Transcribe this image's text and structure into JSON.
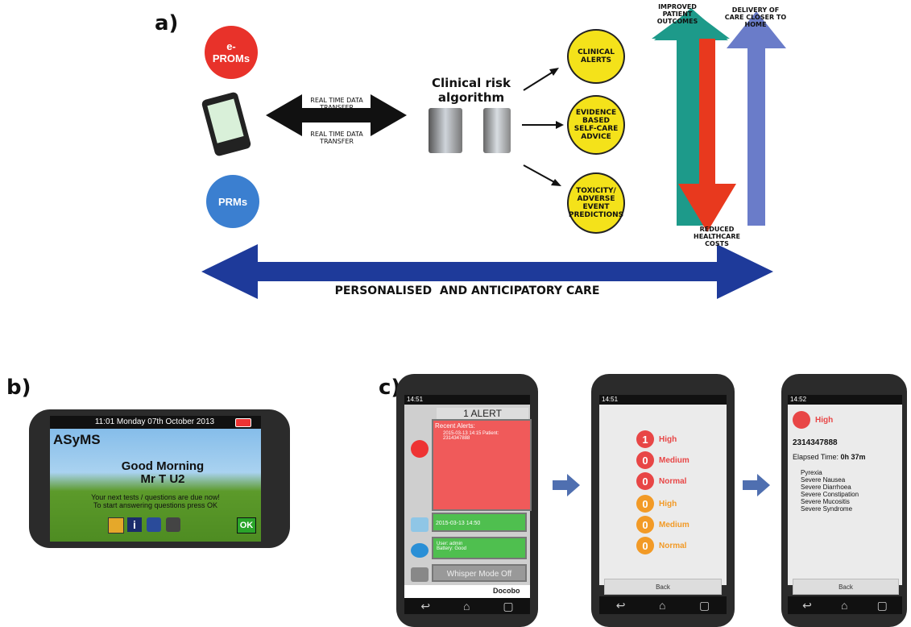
{
  "panel_labels": {
    "a": "a)",
    "b": "b)",
    "c": "c)"
  },
  "diagram_a": {
    "inputs": {
      "eproms": "e-\nPROMs",
      "prms": "PRMs"
    },
    "transfer_top": "REAL TIME DATA\nTRANSFER",
    "transfer_bottom": "REAL TIME DATA\nTRANSFER",
    "algorithm": "Clinical risk\nalgorithm",
    "outputs": [
      "CLINICAL\nALERTS",
      "EVIDENCE\nBASED\nSELF-CARE\nADVICE",
      "TOXICITY/\nADVERSE\nEVENT\nPREDICTIONS"
    ],
    "improved": "IMPROVED\nPATIENT\nOUTCOMES",
    "delivery": "DELIVERY OF\nCARE CLOSER TO\nHOME",
    "reduced": "REDUCED\nHEALTHCARE\nCOSTS",
    "bottom_banner": "PERSONALISED  AND ANTICIPATORY CARE",
    "colors": {
      "red": "#e8322a",
      "blue": "#3b7fd0",
      "teal": "#1d9a8a",
      "arrow_red": "#e8391e",
      "arrow_purple": "#6a7cc9",
      "navy": "#1e3a9a",
      "yellow": "#f4e21a"
    }
  },
  "phone_b": {
    "status": "11:01 Monday 07th October 2013",
    "app_name": "ASyMS",
    "greeting": "Good Morning",
    "user": "Mr T U2",
    "msg1": "Your next tests / questions are due now!",
    "msg2": "To start answering questions press OK",
    "ok": "OK"
  },
  "phone_c1": {
    "time": "14:51",
    "alert_title": "1 ALERT",
    "recent": "Recent Alerts:",
    "recent_item": "2015-03-13 14:15 Patient:\n2314347888",
    "wifi_time": "2015-03-13 14:50",
    "user": "User: admin",
    "battery": "Battery: Good",
    "whisper": "Whisper Mode Off",
    "brand": "Docobo"
  },
  "phone_c2": {
    "time": "14:51",
    "rows": [
      {
        "count": "1",
        "label": "High"
      },
      {
        "count": "0",
        "label": "Medium"
      },
      {
        "count": "0",
        "label": "Normal"
      },
      {
        "count": "0",
        "label": "High"
      },
      {
        "count": "0",
        "label": "Medium"
      },
      {
        "count": "0",
        "label": "Normal"
      }
    ],
    "back": "Back"
  },
  "phone_c3": {
    "time": "14:52",
    "level": "High",
    "patient": "2314347888",
    "elapsed_label": "Elapsed Time:",
    "elapsed": "0h 37m",
    "symptoms": [
      "Pyrexia",
      "Severe Nausea",
      "Severe Diarrhoea",
      "Severe Constipation",
      "Severe Mucositis",
      "Severe Syndrome"
    ],
    "back": "Back"
  }
}
